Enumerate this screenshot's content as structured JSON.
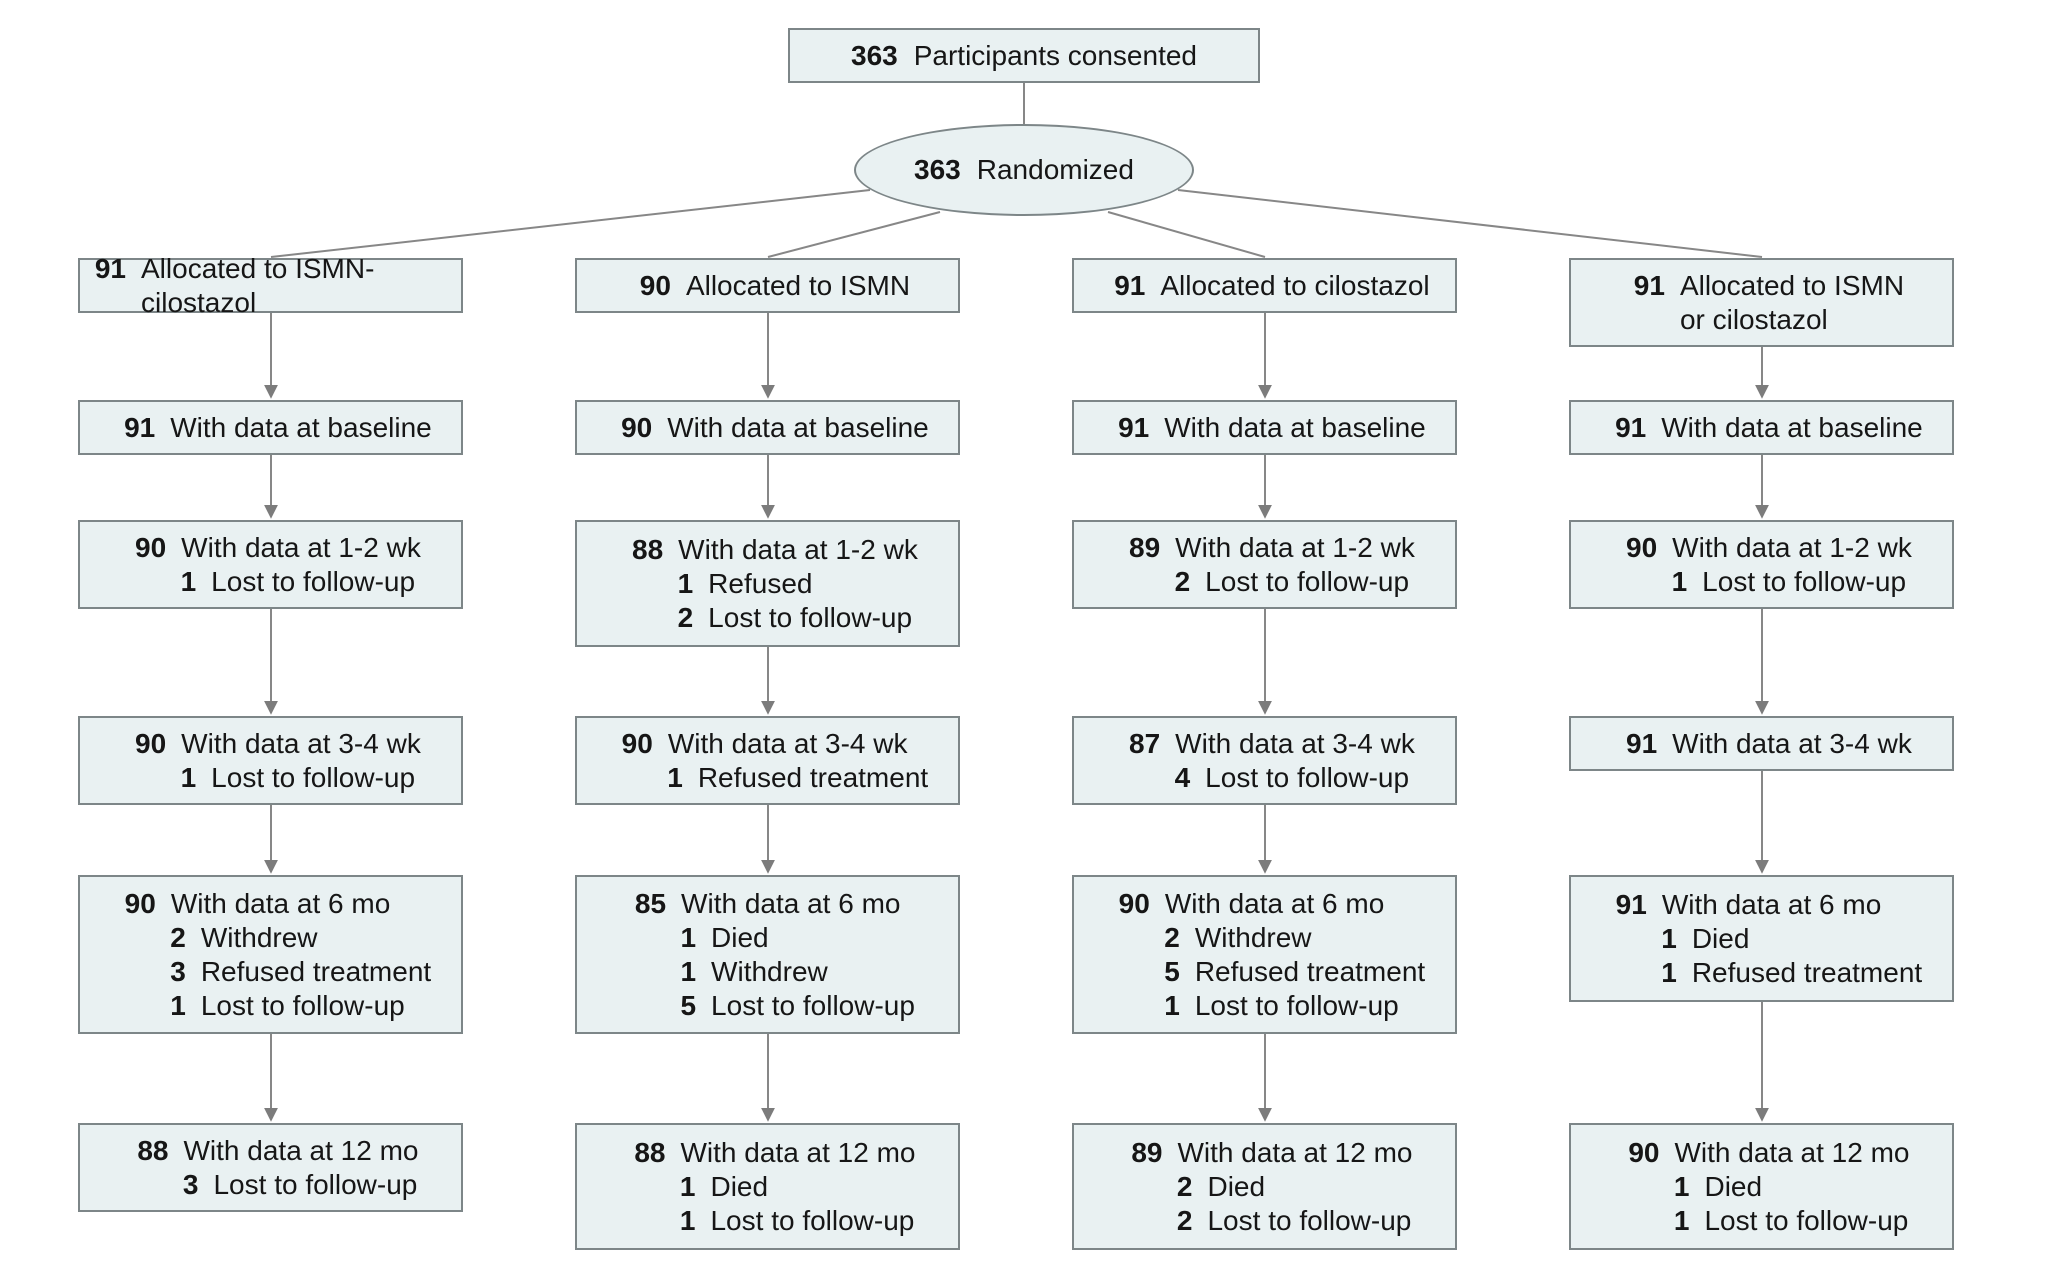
{
  "colors": {
    "box_fill": "#e9f1f2",
    "box_border": "#7d8688",
    "arrow": "#848484",
    "text": "#161616",
    "background": "#ffffff"
  },
  "consented": {
    "n": "363",
    "label": "Participants consented"
  },
  "randomized": {
    "n": "363",
    "label": "Randomized"
  },
  "columns": [
    {
      "name": "ISMN-cilostazol",
      "boxes": [
        {
          "stage": "allocated",
          "rows": [
            {
              "n": "91",
              "label": "Allocated to ISMN-cilostazol"
            }
          ]
        },
        {
          "stage": "baseline",
          "rows": [
            {
              "n": "91",
              "label": "With data at baseline"
            }
          ]
        },
        {
          "stage": "1-2 wk",
          "rows": [
            {
              "n": "90",
              "label": "With data at 1-2 wk"
            },
            {
              "n": "1",
              "label": "Lost to follow-up",
              "sub": true
            }
          ]
        },
        {
          "stage": "3-4 wk",
          "rows": [
            {
              "n": "90",
              "label": "With data at 3-4 wk"
            },
            {
              "n": "1",
              "label": "Lost to follow-up",
              "sub": true
            }
          ]
        },
        {
          "stage": "6 mo",
          "rows": [
            {
              "n": "90",
              "label": "With data at 6 mo"
            },
            {
              "n": "2",
              "label": "Withdrew",
              "sub": true
            },
            {
              "n": "3",
              "label": "Refused treatment",
              "sub": true
            },
            {
              "n": "1",
              "label": "Lost to follow-up",
              "sub": true
            }
          ]
        },
        {
          "stage": "12 mo",
          "rows": [
            {
              "n": "88",
              "label": "With data at 12 mo"
            },
            {
              "n": "3",
              "label": "Lost to follow-up",
              "sub": true
            }
          ]
        }
      ]
    },
    {
      "name": "ISMN",
      "boxes": [
        {
          "stage": "allocated",
          "rows": [
            {
              "n": "90",
              "label": "Allocated to ISMN"
            }
          ]
        },
        {
          "stage": "baseline",
          "rows": [
            {
              "n": "90",
              "label": "With data at baseline"
            }
          ]
        },
        {
          "stage": "1-2 wk",
          "rows": [
            {
              "n": "88",
              "label": "With data at 1-2 wk"
            },
            {
              "n": "1",
              "label": "Refused",
              "sub": true
            },
            {
              "n": "2",
              "label": "Lost to follow-up",
              "sub": true
            }
          ]
        },
        {
          "stage": "3-4 wk",
          "rows": [
            {
              "n": "90",
              "label": "With data at 3-4 wk"
            },
            {
              "n": "1",
              "label": "Refused treatment",
              "sub": true
            }
          ]
        },
        {
          "stage": "6 mo",
          "rows": [
            {
              "n": "85",
              "label": "With data at 6 mo"
            },
            {
              "n": "1",
              "label": "Died",
              "sub": true
            },
            {
              "n": "1",
              "label": "Withdrew",
              "sub": true
            },
            {
              "n": "5",
              "label": "Lost to follow-up",
              "sub": true
            }
          ]
        },
        {
          "stage": "12 mo",
          "rows": [
            {
              "n": "88",
              "label": "With data at 12 mo"
            },
            {
              "n": "1",
              "label": "Died",
              "sub": true
            },
            {
              "n": "1",
              "label": "Lost to follow-up",
              "sub": true
            }
          ]
        }
      ]
    },
    {
      "name": "cilostazol",
      "boxes": [
        {
          "stage": "allocated",
          "rows": [
            {
              "n": "91",
              "label": "Allocated to cilostazol"
            }
          ]
        },
        {
          "stage": "baseline",
          "rows": [
            {
              "n": "91",
              "label": "With data at baseline"
            }
          ]
        },
        {
          "stage": "1-2 wk",
          "rows": [
            {
              "n": "89",
              "label": "With data at 1-2 wk"
            },
            {
              "n": "2",
              "label": "Lost to follow-up",
              "sub": true
            }
          ]
        },
        {
          "stage": "3-4 wk",
          "rows": [
            {
              "n": "87",
              "label": "With data at 3-4 wk"
            },
            {
              "n": "4",
              "label": "Lost to follow-up",
              "sub": true
            }
          ]
        },
        {
          "stage": "6 mo",
          "rows": [
            {
              "n": "90",
              "label": "With data at 6 mo"
            },
            {
              "n": "2",
              "label": "Withdrew",
              "sub": true
            },
            {
              "n": "5",
              "label": "Refused treatment",
              "sub": true
            },
            {
              "n": "1",
              "label": "Lost to follow-up",
              "sub": true
            }
          ]
        },
        {
          "stage": "12 mo",
          "rows": [
            {
              "n": "89",
              "label": "With data at 12 mo"
            },
            {
              "n": "2",
              "label": "Died",
              "sub": true
            },
            {
              "n": "2",
              "label": "Lost to follow-up",
              "sub": true
            }
          ]
        }
      ]
    },
    {
      "name": "ISMN or cilostazol",
      "boxes": [
        {
          "stage": "allocated",
          "rows": [
            {
              "n": "91",
              "label": "Allocated to ISMN"
            },
            {
              "n": "",
              "label": "or cilostazol"
            }
          ]
        },
        {
          "stage": "baseline",
          "rows": [
            {
              "n": "91",
              "label": "With data at baseline"
            }
          ]
        },
        {
          "stage": "1-2 wk",
          "rows": [
            {
              "n": "90",
              "label": "With data at 1-2 wk"
            },
            {
              "n": "1",
              "label": "Lost to follow-up",
              "sub": true
            }
          ]
        },
        {
          "stage": "3-4 wk",
          "rows": [
            {
              "n": "91",
              "label": "With data at 3-4 wk"
            }
          ]
        },
        {
          "stage": "6 mo",
          "rows": [
            {
              "n": "91",
              "label": "With data at 6 mo"
            },
            {
              "n": "1",
              "label": "Died",
              "sub": true
            },
            {
              "n": "1",
              "label": "Refused treatment",
              "sub": true
            }
          ]
        },
        {
          "stage": "12 mo",
          "rows": [
            {
              "n": "90",
              "label": "With data at 12 mo"
            },
            {
              "n": "1",
              "label": "Died",
              "sub": true
            },
            {
              "n": "1",
              "label": "Lost to follow-up",
              "sub": true
            }
          ]
        }
      ]
    }
  ]
}
